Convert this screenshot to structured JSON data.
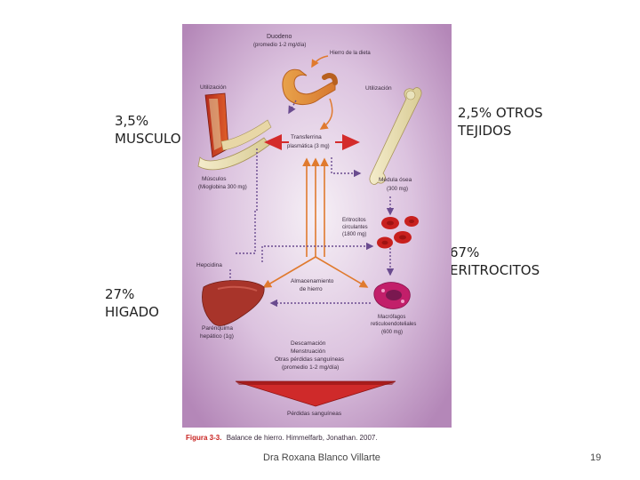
{
  "slide": {
    "labels": {
      "musculo_pct": "3,5%",
      "musculo": "MUSCULO",
      "otros_pct": "2,5% OTROS",
      "otros": "TEJIDOS",
      "eritro_pct": "67%",
      "eritro": "ERITROCITOS",
      "higado_pct": "27%",
      "higado": "HIGADO"
    },
    "footer": {
      "author": "Dra Roxana Blanco Villarte",
      "page_number": "19"
    }
  },
  "figure": {
    "duodeno": "Duodeno",
    "duodeno_sub": "(promedio 1-2 mg/día)",
    "hierro_dieta": "Hierro de la dieta",
    "utilizacion_left": "Utilización",
    "utilizacion_right": "Utilización",
    "transferrina": "Transferrina",
    "transferrina_sub": "plasmática (3 mg)",
    "musculos": "Músculos",
    "musculos_sub": "(Mioglobina 300 mg)",
    "medula": "Médula ósea",
    "medula_sub": "(300 mg)",
    "eritrocitos": "Eritrocitos",
    "eritrocitos_sub1": "circulantes",
    "eritrocitos_sub2": "(1800 mg)",
    "hepcidina": "Hepcidina",
    "almacenamiento": "Almacenamiento",
    "almacenamiento_sub": "de hierro",
    "parenquima": "Parénquima",
    "parenquima_sub": "hepático (1g)",
    "macrofagos": "Macrófagos",
    "macrofagos_sub1": "reticuloendoteliales",
    "macrofagos_sub2": "(600 mg)",
    "descamacion": "Descamación",
    "menstruacion": "Menstruación",
    "otras_perdidas": "Otras pérdidas sanguíneas",
    "promedio": "(promedio 1-2 mg/día)",
    "perdidas": "Pérdidas sanguíneas",
    "caption_bold": "Figura 3-3.",
    "caption_text": "Balance de hierro. Himmelfarb, Jonathan. 2007."
  }
}
